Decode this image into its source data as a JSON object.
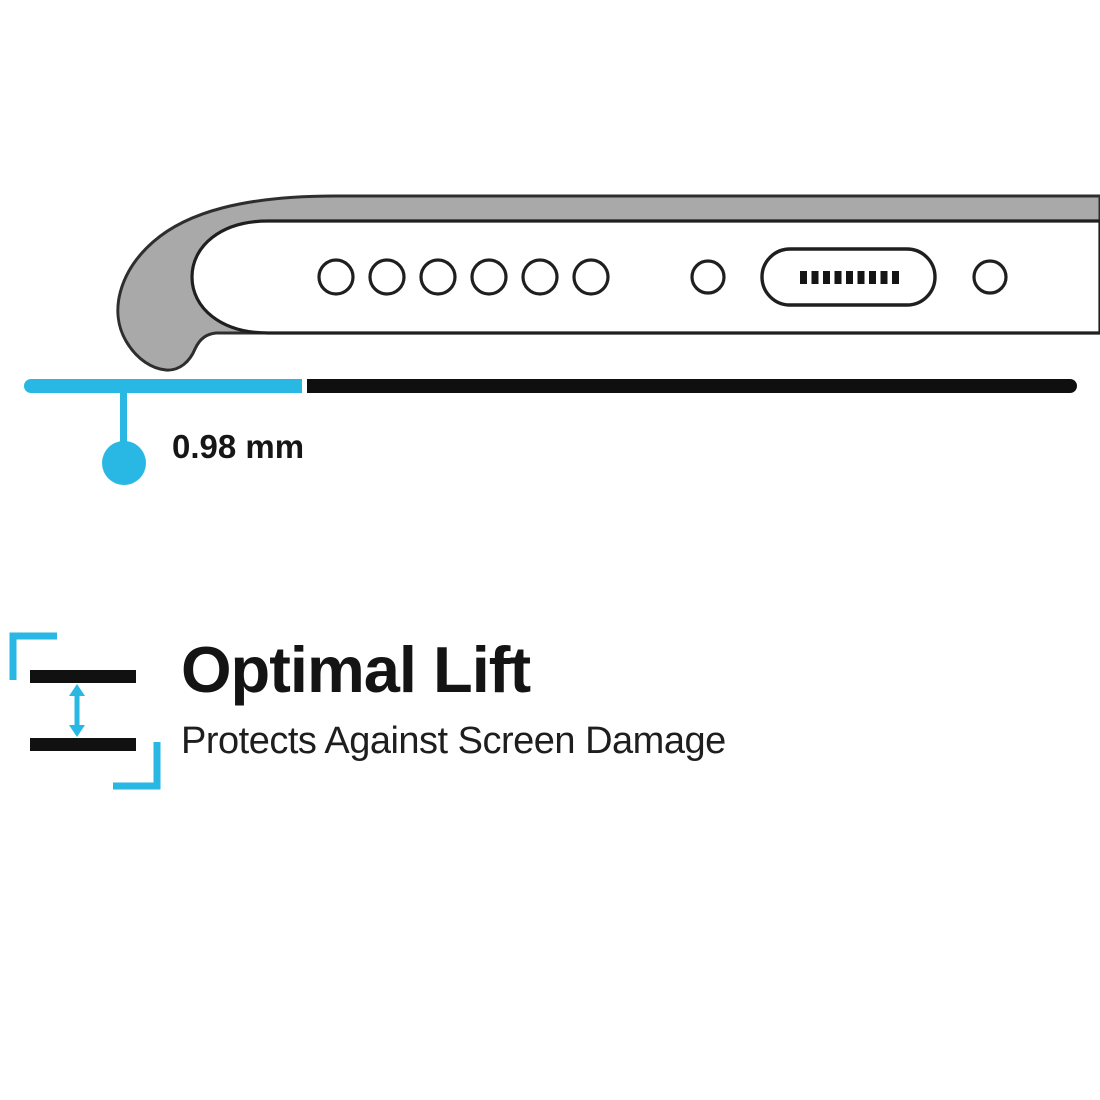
{
  "measurement": {
    "label": "0.98 mm"
  },
  "feature": {
    "title": "Optimal Lift",
    "subtitle": "Protects Against Screen Damage"
  },
  "colors": {
    "accent": "#29b7e3",
    "ink": "#161616",
    "case-gray": "#a9a9a9",
    "outline": "#2e2e2e",
    "bar-black": "#0f0f0f"
  },
  "icons": {
    "phone_illustration": "phone-bottom-edge-in-case-icon",
    "lift_icon": "gap-double-arrow-between-bars-icon"
  }
}
